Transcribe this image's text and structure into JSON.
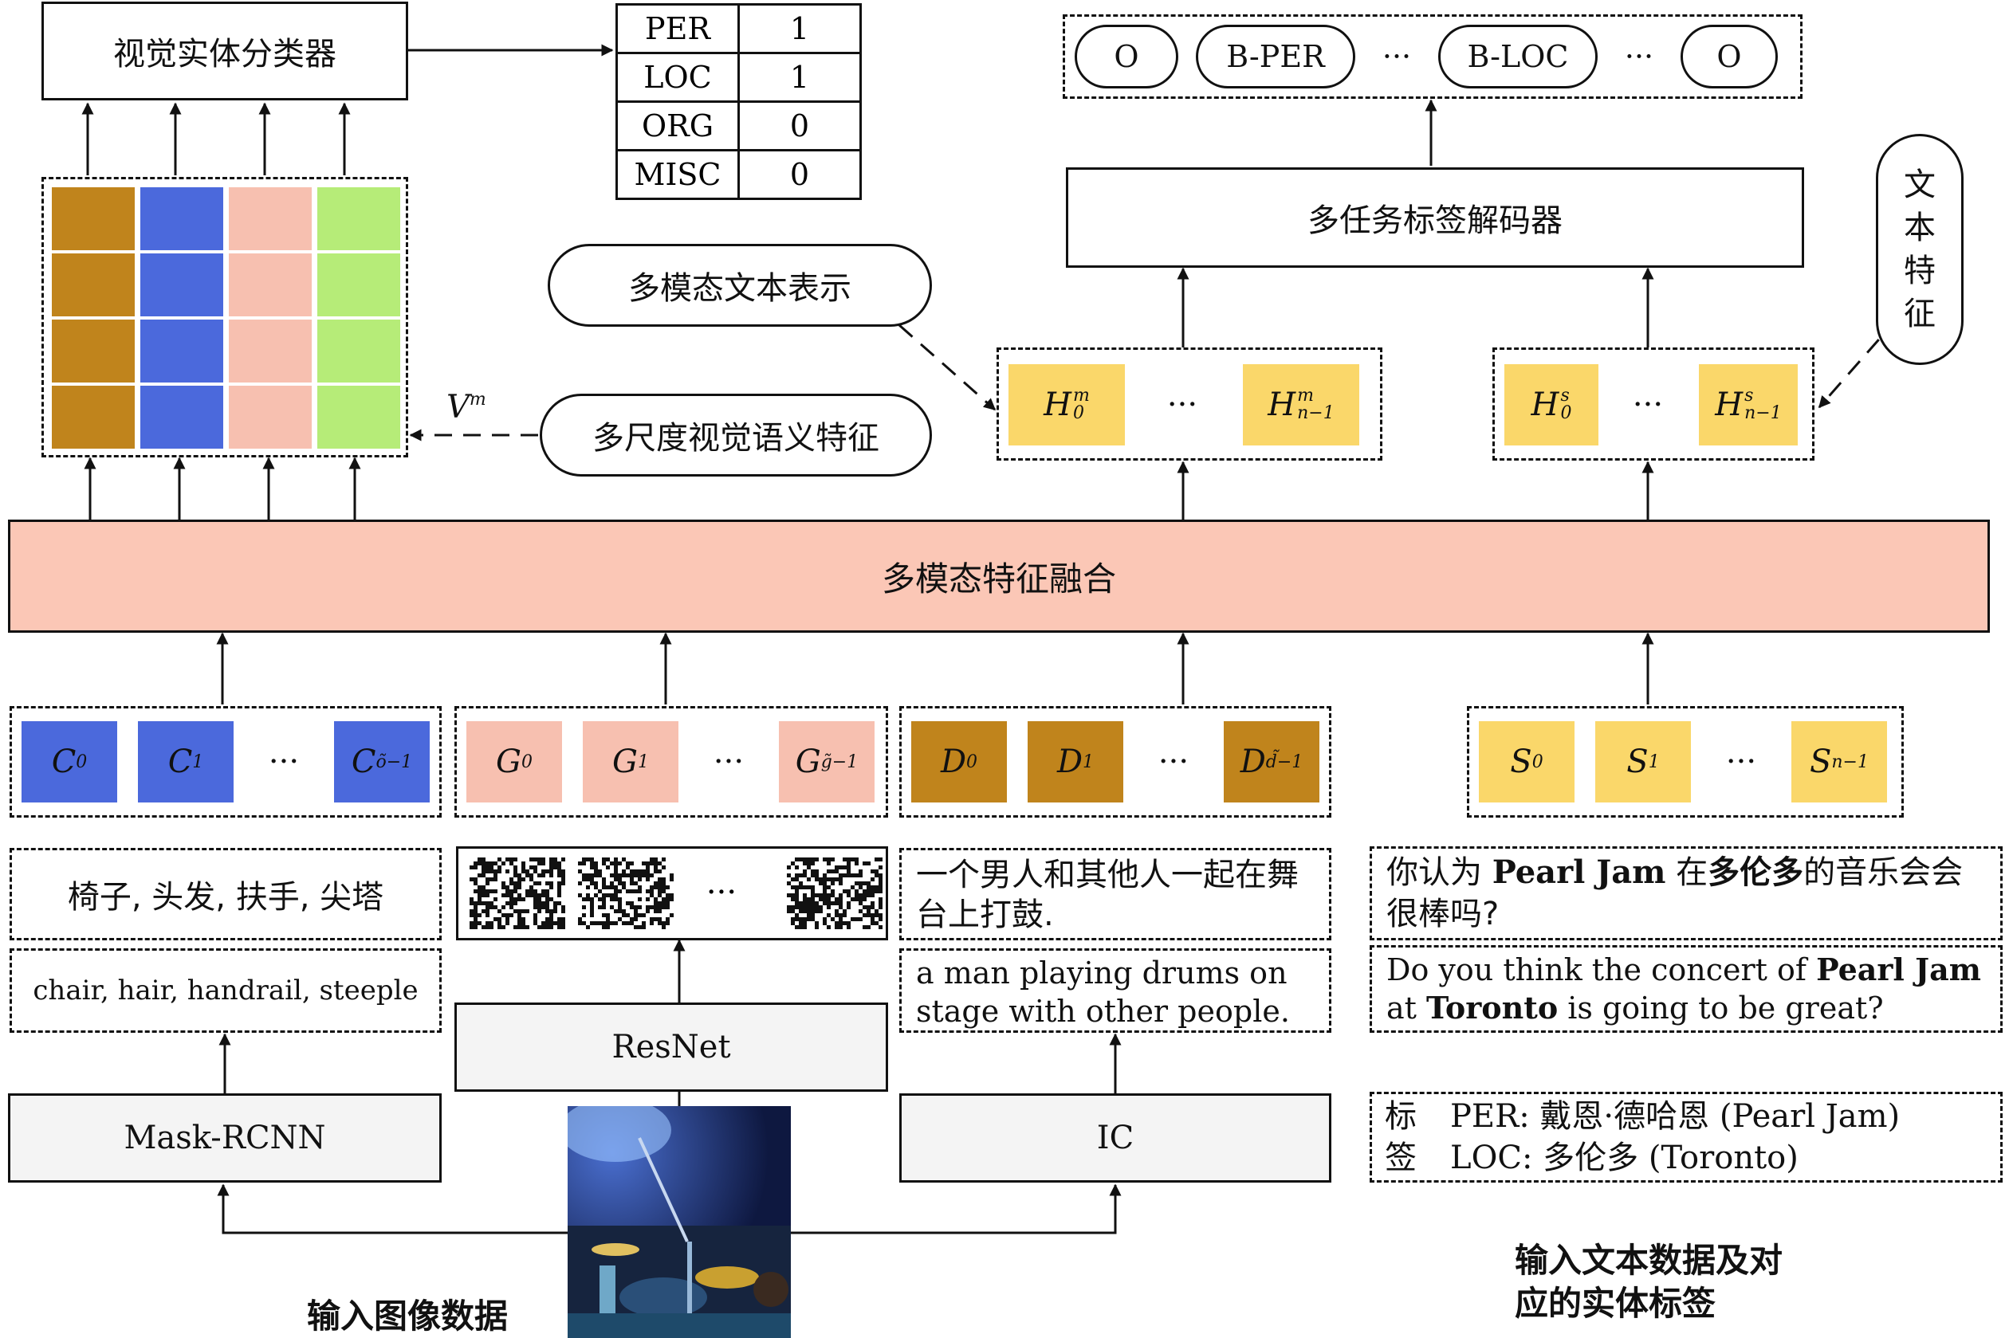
{
  "visual_classifier": {
    "title": "视觉实体分类器",
    "results": [
      {
        "label": "PER",
        "value": "1"
      },
      {
        "label": "LOC",
        "value": "1"
      },
      {
        "label": "ORG",
        "value": "0"
      },
      {
        "label": "MISC",
        "value": "0"
      }
    ],
    "grid_colors": [
      "#c0841c",
      "#4b69dc",
      "#f7c0b0",
      "#b6ec78"
    ]
  },
  "output_tags": [
    "O",
    "B-PER",
    "···",
    "B-LOC",
    "···",
    "O"
  ],
  "decoder": {
    "label": "多任务标签解码器"
  },
  "multimodal_text_repr": "多模态文本表示",
  "text_features_label": "文本特征",
  "multiscale_visual": "多尺度视觉语义特征",
  "vm_label": {
    "base": "V",
    "sup": "m"
  },
  "h_m": {
    "first": {
      "base": "H",
      "sup": "m",
      "sub": "0"
    },
    "dots": "···",
    "last": {
      "base": "H",
      "sup": "m",
      "sub": "n−1"
    }
  },
  "h_s": {
    "first": {
      "base": "H",
      "sup": "s",
      "sub": "0"
    },
    "dots": "···",
    "last": {
      "base": "H",
      "sup": "s",
      "sub": "n−1"
    }
  },
  "fusion": {
    "label": "多模态特征融合"
  },
  "c_feats": {
    "items": [
      {
        "base": "C",
        "sub": "0"
      },
      {
        "base": "C",
        "sub": "1"
      },
      {
        "base": "C",
        "sub": "õ−1"
      }
    ],
    "dots": "···",
    "color": "#4b69dc"
  },
  "g_feats": {
    "items": [
      {
        "base": "G",
        "sub": "0"
      },
      {
        "base": "G",
        "sub": "1"
      },
      {
        "base": "G",
        "sub": "g̃−1"
      }
    ],
    "dots": "···",
    "color": "#f7c0b0"
  },
  "d_feats": {
    "items": [
      {
        "base": "D",
        "sub": "0"
      },
      {
        "base": "D",
        "sub": "1"
      },
      {
        "base": "D",
        "sub": "d̃−1"
      }
    ],
    "dots": "···",
    "color": "#c0841c"
  },
  "s_feats": {
    "items": [
      {
        "base": "S",
        "sub": "0"
      },
      {
        "base": "S",
        "sub": "1"
      },
      {
        "base": "S",
        "sub": "n−1"
      }
    ],
    "dots": "···",
    "color": "#fad76a"
  },
  "objects_zh": "椅子, 头发, 扶手, 尖塔",
  "objects_en": "chair, hair, handrail, steeple",
  "patch_dots": "···",
  "caption_zh": "一个男人和其他人一起在舞台上打鼓.",
  "caption_en": "a man playing drums on stage with other people.",
  "text_zh": {
    "prefix": "你认为 ",
    "entity1": "Pearl Jam",
    "mid": " 在",
    "entity2": "多伦多",
    "suffix": "的音乐会会很棒吗?"
  },
  "text_en": {
    "prefix": "Do you think the concert of ",
    "entity1": "Pearl Jam",
    "mid": " at ",
    "entity2": "Toronto",
    "suffix": " is going to be great?"
  },
  "labels": {
    "side": "标签",
    "line1": "PER: 戴恩·德哈恩 (Pearl Jam)",
    "line2": "LOC: 多伦多 (Toronto)"
  },
  "modules": {
    "mask_rcnn": "Mask-RCNN",
    "resnet": "ResNet",
    "ic": "IC"
  },
  "input_image_label": "输入图像数据",
  "input_text_label": "输入文本数据及对应的实体标签"
}
